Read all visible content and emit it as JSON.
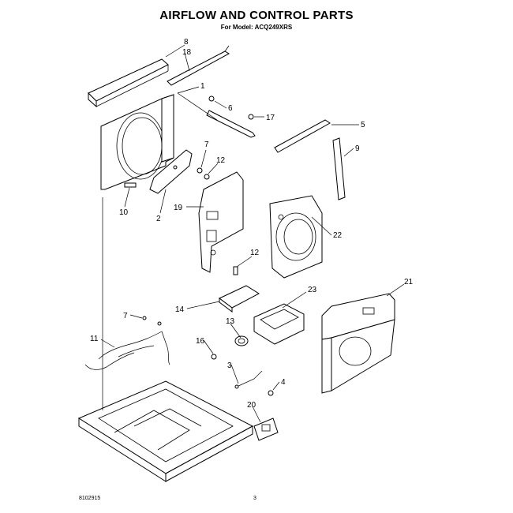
{
  "header": {
    "title": "AIRFLOW AND CONTROL PARTS",
    "subtitle": "For Model: ACQ249XRS"
  },
  "callouts": [
    "8",
    "18",
    "1",
    "6",
    "17",
    "5",
    "9",
    "7",
    "12",
    "10",
    "2",
    "19",
    "22",
    "12",
    "21",
    "23",
    "14",
    "7",
    "13",
    "11",
    "16",
    "3",
    "4",
    "20"
  ],
  "footer": {
    "code": "8102915",
    "page": "3"
  }
}
